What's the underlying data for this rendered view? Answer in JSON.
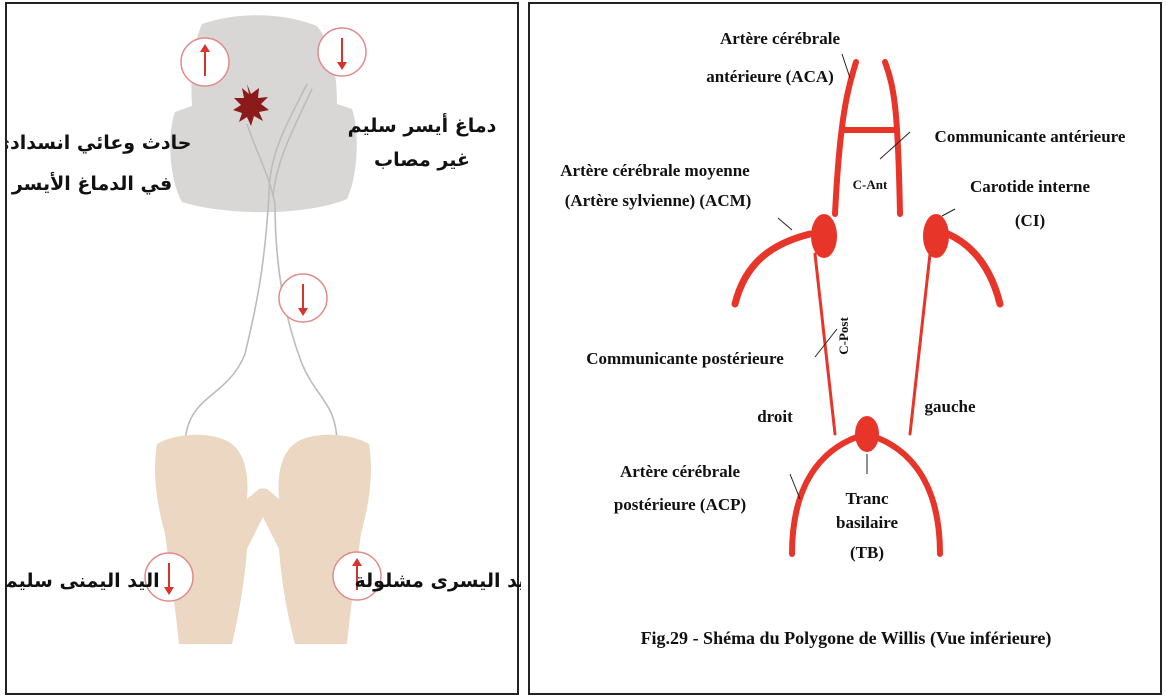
{
  "left": {
    "labels": {
      "left_brain_event": [
        "حادث وعائي انسدادي",
        "في الدماغ الأيسر"
      ],
      "healthy_brain": [
        "دماغ أيسر سليم",
        "غير مصاب"
      ],
      "right_hand": "اليد اليمنى سليمة",
      "left_hand": "اليد اليسرى مشلولة"
    }
  },
  "right": {
    "labels": {
      "aca": [
        "Artère cérébrale",
        "antérieure  (ACA)"
      ],
      "communicante_ant": "Communicante antérieure",
      "c_ant": "C-Ant",
      "acm": [
        "Artère cérébrale moyenne",
        "(Artère sylvienne) (ACM)"
      ],
      "carotide": [
        "Carotide interne",
        "(CI)"
      ],
      "communicante_post": "Communicante postérieure",
      "c_post": "C-Post",
      "droit": "droit",
      "gauche": "gauche",
      "acp": [
        "Artère cérébrale",
        "postérieure (ACP)"
      ],
      "tb": [
        "Tranc",
        "basilaire",
        "(TB)"
      ]
    },
    "caption": {
      "fig": "Fig.29",
      "text": " - Shéma du Polygone de Willis (Vue inférieure)"
    }
  },
  "colors": {
    "artery": "#e8352a",
    "arrow": "#d9342b",
    "arrow_circle": "#e08a8a",
    "brain": "#d9d7d6",
    "hand": "#ecd8c2",
    "lesion": "#8b1a1a"
  }
}
